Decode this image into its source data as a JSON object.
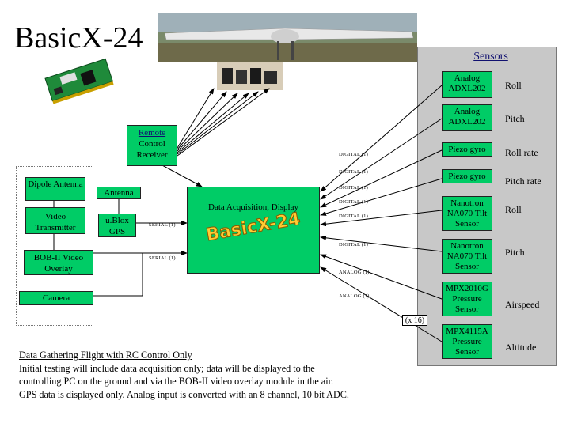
{
  "title": "BasicX-24",
  "sensors_title": "Sensors",
  "remote": {
    "line1": "Remote",
    "line2": "Control",
    "line3": "Receiver"
  },
  "left_boxes": {
    "dipole": "Dipole Antenna",
    "video_tx": "Video Transmitter",
    "bob": "BOB-II Video Overlay",
    "camera": "Camera"
  },
  "antenna": "Antenna",
  "gps": "u.Blox GPS",
  "daq": {
    "label": "Data Acquisition, Display",
    "logo": "BasicX-24"
  },
  "sensors": [
    {
      "name": "Analog ADXL202",
      "measure": "Roll"
    },
    {
      "name": "Analog ADXL202",
      "measure": "Pitch"
    },
    {
      "name": "Piezo gyro",
      "measure": "Roll rate"
    },
    {
      "name": "Piezo gyro",
      "measure": "Pitch rate"
    },
    {
      "name": "Nanotron NA070 Tilt Sensor",
      "measure": "Roll"
    },
    {
      "name": "Nanotron NA070 Tilt Sensor",
      "measure": "Pitch"
    },
    {
      "name": "MPX2010G Pressure Sensor",
      "measure": "Airspeed"
    },
    {
      "name": "MPX4115A Pressure Sensor",
      "measure": "Altitude"
    }
  ],
  "bus": {
    "digital": "DIGITAL (1)",
    "analog": "ANALOG (1)",
    "serial": "SERIAL (1)",
    "times16": "(x 16)"
  },
  "note": {
    "heading": "Data Gathering Flight with RC Control Only",
    "line1": "Initial testing will include data acquisition only; data will be displayed to the",
    "line2": "controlling PC on the ground and via the BOB-II video overlay module in the air.",
    "line3": "GPS data is displayed only.  Analog input is converted with an 8 channel, 10 bit ADC."
  },
  "colors": {
    "box": "#00cc66",
    "panel": "#c8c8c8",
    "link": "#101070",
    "logo": "#ffcc33"
  }
}
